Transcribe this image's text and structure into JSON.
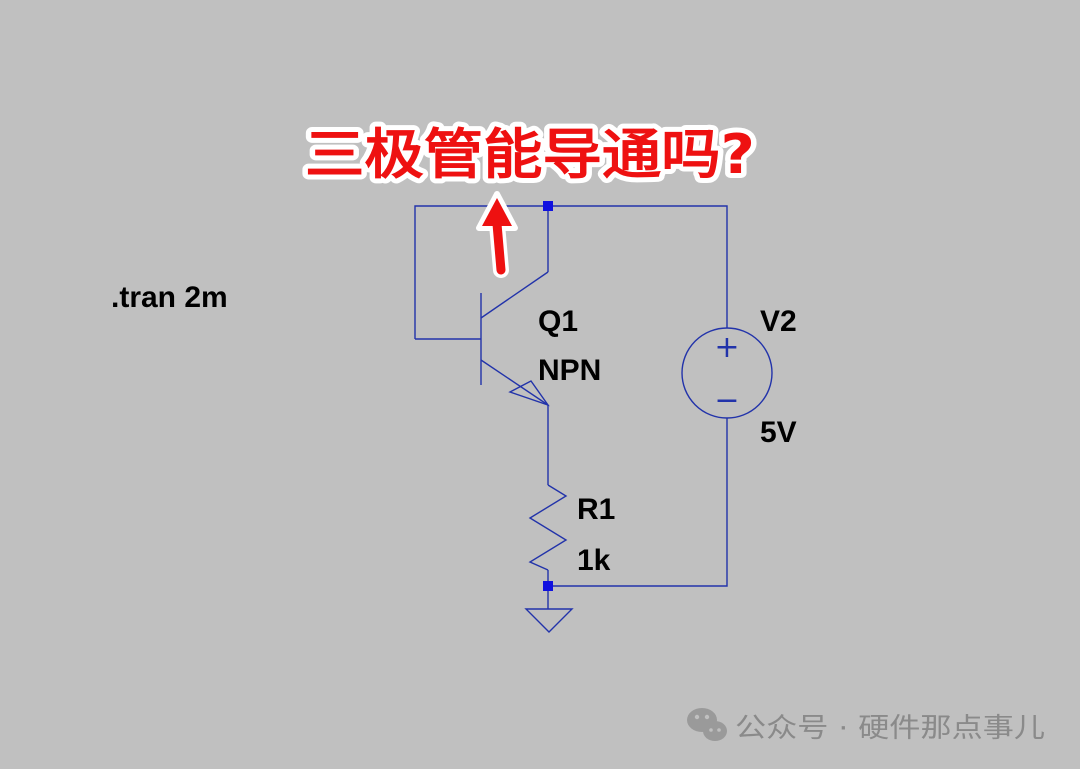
{
  "annotation": {
    "question": "三极管能导通吗?",
    "color": "#ee1111"
  },
  "directive": {
    "text": ".tran 2m"
  },
  "components": {
    "transistor": {
      "name": "Q1",
      "model": "NPN"
    },
    "source": {
      "name": "V2",
      "value": "5V",
      "plus": "+",
      "minus": "−"
    },
    "resistor": {
      "name": "R1",
      "value": "1k"
    }
  },
  "watermark": {
    "text": "公众号 · 硬件那点事儿",
    "icon": "wechat-icon"
  },
  "colors": {
    "background": "#c0c0c0",
    "wire": "#2233aa",
    "junction": "#1010e0",
    "label": "#000000"
  }
}
